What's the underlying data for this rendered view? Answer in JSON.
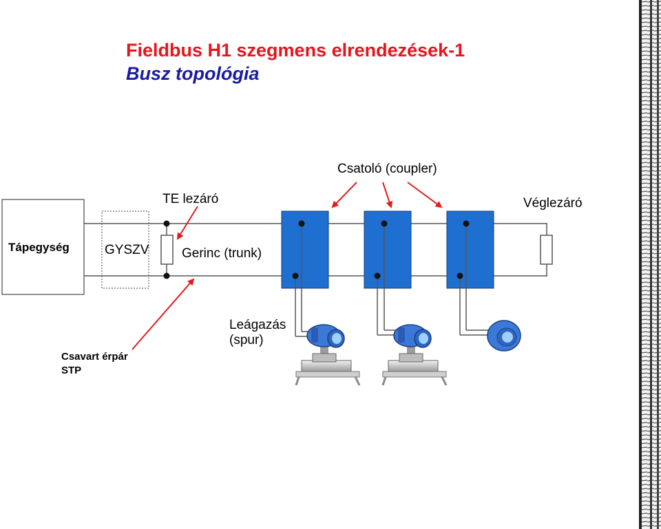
{
  "title": "Fieldbus H1 szegmens elrendezések-1",
  "subtitle": "Busz topológia",
  "labels": {
    "coupler": "Csatoló (coupler)",
    "te_terminator": "TE lezáró",
    "end_terminator": "Véglezáró",
    "power_supply": "Tápegység",
    "gyszv": "GYSZV",
    "trunk": "Gerinc (trunk)",
    "spur_line1": "Leágazás",
    "spur_line2": "(spur)",
    "cable_line1": "Csavart érpár",
    "cable_line2": "STP"
  },
  "colors": {
    "title": "#e8141a",
    "subtitle": "#1a1aa6",
    "coupler_fill": "#1f6fd1",
    "arrow": "#e01c1c"
  },
  "icons": [
    "pressure-transmitter-icon",
    "pressure-transmitter-icon",
    "temperature-transmitter-icon"
  ]
}
